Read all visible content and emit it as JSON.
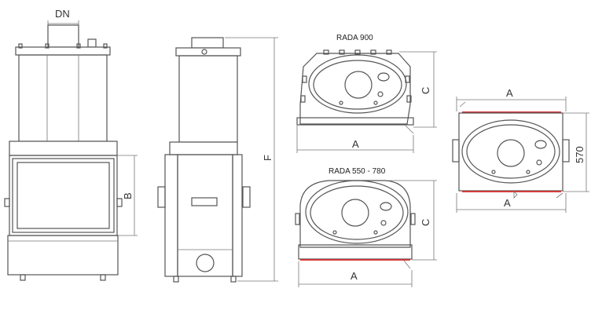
{
  "labels": {
    "dn": "DN",
    "b": "B",
    "f": "F",
    "a": "A",
    "c": "C",
    "dim570": "570"
  },
  "titles": {
    "rada900": "RADA 900",
    "rada550": "RADA 550 - 780"
  },
  "colors": {
    "line": "#555555",
    "highlight": "#d23a3a"
  }
}
